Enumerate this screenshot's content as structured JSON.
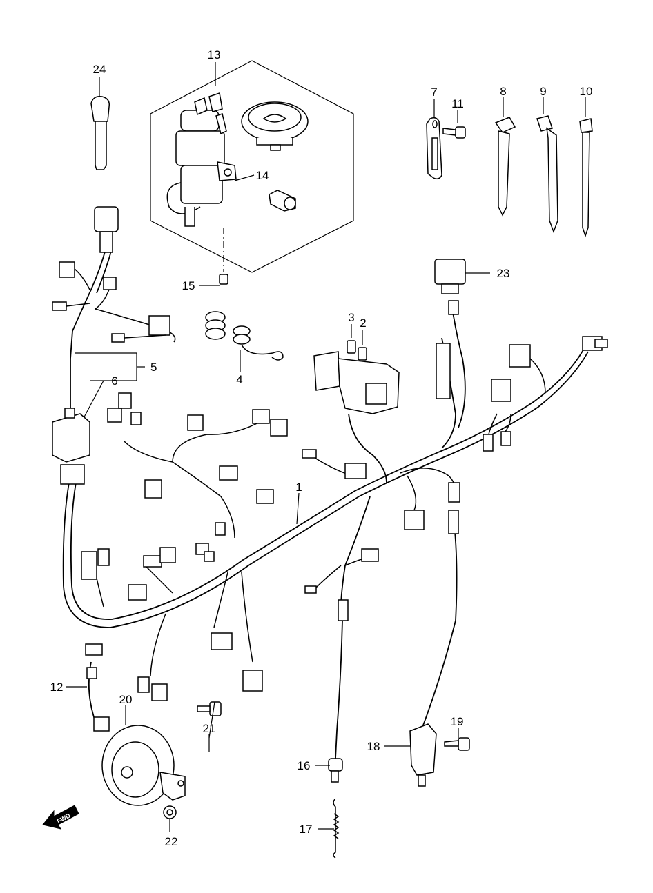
{
  "callouts": [
    {
      "id": "1",
      "text": "1"
    },
    {
      "id": "2",
      "text": "2"
    },
    {
      "id": "3",
      "text": "3"
    },
    {
      "id": "4",
      "text": "4"
    },
    {
      "id": "5",
      "text": "5"
    },
    {
      "id": "6",
      "text": "6"
    },
    {
      "id": "7",
      "text": "7"
    },
    {
      "id": "8",
      "text": "8"
    },
    {
      "id": "9",
      "text": "9"
    },
    {
      "id": "10",
      "text": "10"
    },
    {
      "id": "11",
      "text": "11"
    },
    {
      "id": "12",
      "text": "12"
    },
    {
      "id": "13",
      "text": "13"
    },
    {
      "id": "14",
      "text": "14"
    },
    {
      "id": "15",
      "text": "15"
    },
    {
      "id": "16",
      "text": "16"
    },
    {
      "id": "17",
      "text": "17"
    },
    {
      "id": "18",
      "text": "18"
    },
    {
      "id": "19",
      "text": "19"
    },
    {
      "id": "20",
      "text": "20"
    },
    {
      "id": "21",
      "text": "21"
    },
    {
      "id": "22",
      "text": "22"
    },
    {
      "id": "23",
      "text": "23"
    },
    {
      "id": "24",
      "text": "24"
    }
  ],
  "direction_marker": {
    "text": "FWD"
  }
}
